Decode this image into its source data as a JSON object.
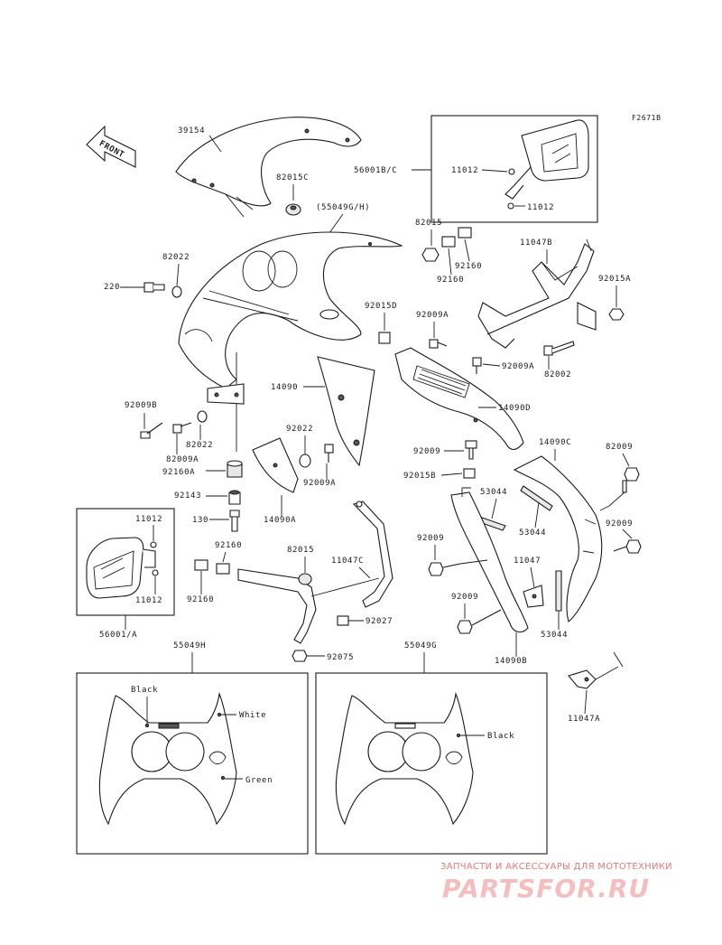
{
  "figure_code": "F2671B",
  "front_arrow_label": "FRONT",
  "callouts": {
    "p39154": "39154",
    "p82015c": "82015C",
    "p55049gh": "(55049G/H)",
    "p56001bc": "56001B/C",
    "p11012_a": "11012",
    "p11012_b": "11012",
    "p82015": "82015",
    "p92160_a": "92160",
    "p92160_b": "92160",
    "p11047b": "11047B",
    "p92015a": "92015A",
    "p82022": "82022",
    "p220": "220",
    "p92015d": "92015D",
    "p92009a_a": "92009A",
    "p92009a_b": "92009A",
    "p82002": "82002",
    "p14090": "14090",
    "p14090d": "14090D",
    "p92009b": "92009B",
    "p82009a": "82009A",
    "p82022_b": "82022",
    "p92160a": "92160A",
    "p92022": "92022",
    "p92009a_c": "92009A",
    "p92009_a": "92009",
    "p14090c": "14090C",
    "p82009": "82009",
    "p92015b": "92015B",
    "p53044_a": "53044",
    "p53044_b": "53044",
    "p92143": "92143",
    "p14090a": "14090A",
    "p130": "130",
    "p92009_b": "92009",
    "p92009_c": "92009",
    "p11012_c": "11012",
    "p11012_d": "11012",
    "p92160_c": "92160",
    "p92160_d": "92160",
    "p82015_b": "82015",
    "p11047c": "11047C",
    "p11047": "11047",
    "p92009_d": "92009",
    "p53044_c": "53044",
    "p92027": "92027",
    "p56001a": "56001/A",
    "p92075": "92075",
    "p14090b": "14090B",
    "p11047a": "11047A",
    "p55049h": "55049H",
    "p55049g": "55049G"
  },
  "color_labels": {
    "h_black": "Black",
    "h_white": "White",
    "h_green": "Green",
    "g_black": "Black"
  },
  "watermark": {
    "tagline": "ЗАПЧАСТИ И АКСЕССУАРЫ ДЛЯ МОТОТЕХНИКИ",
    "brand": "PARTSFOR.RU",
    "color": "#e06a6a"
  }
}
